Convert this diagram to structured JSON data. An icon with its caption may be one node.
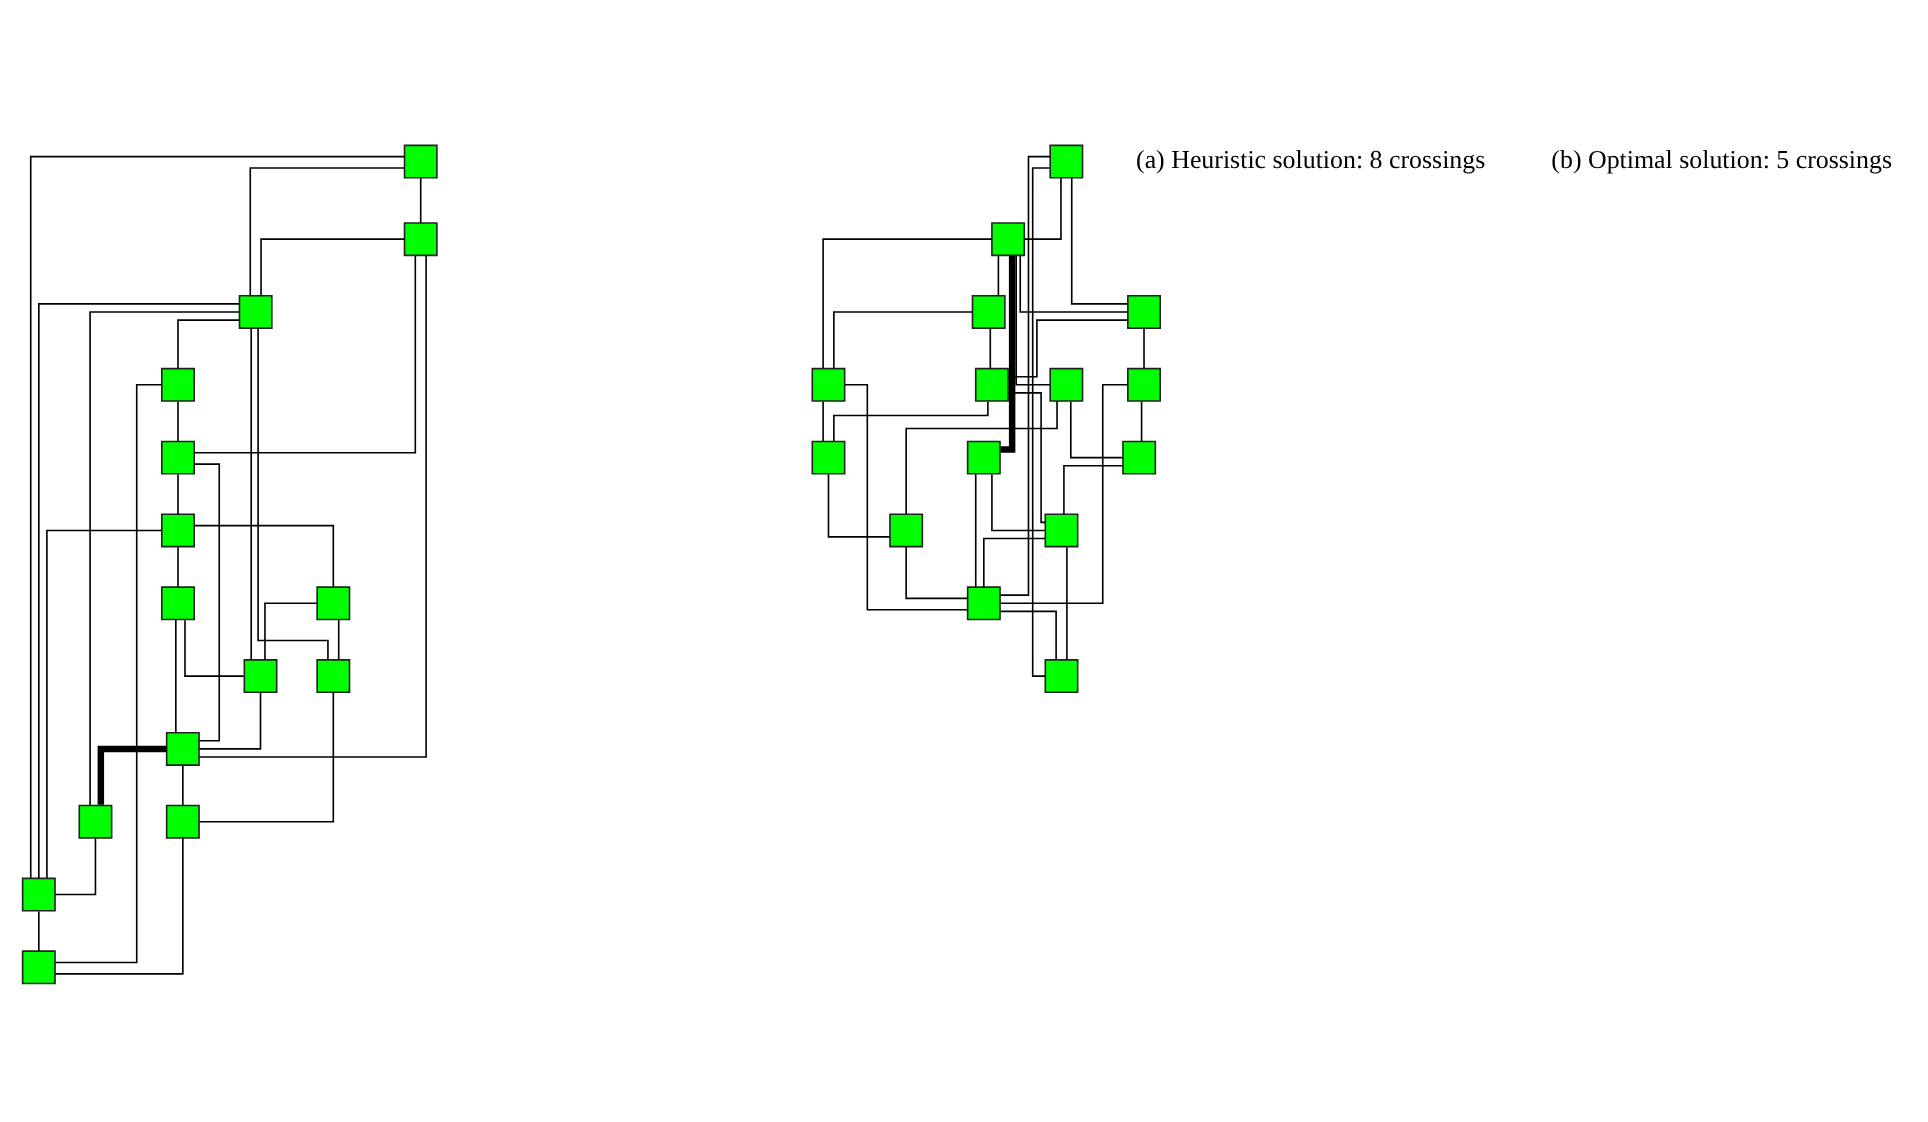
{
  "diagram": {
    "nodes": [
      {
        "text": [],
        "shape": "box"
      },
      {
        "text": [],
        "shape": "box"
      },
      {
        "text": [],
        "shape": "box"
      },
      {
        "text": [],
        "shape": "box"
      },
      {
        "text": [],
        "shape": "box"
      },
      {
        "text": [],
        "shape": "box"
      },
      {
        "text": [],
        "shape": "box"
      },
      {
        "text": [],
        "shape": "box"
      },
      {
        "text": [],
        "shape": "box"
      },
      {
        "text": [],
        "shape": "box"
      },
      {
        "text": [],
        "shape": "box"
      },
      {
        "text": [],
        "shape": "box"
      },
      {
        "text": [],
        "shape": "box"
      },
      {
        "text": [],
        "shape": "box"
      },
      {
        "text": [],
        "shape": "box"
      },
      {
        "text": [],
        "shape": "box"
      },
      {
        "text": [],
        "shape": "box"
      },
      {
        "text": [],
        "shape": "box"
      },
      {
        "text": [],
        "shape": "box"
      },
      {
        "text": [],
        "shape": "box"
      },
      {
        "text": [],
        "shape": "box"
      },
      {
        "text": [],
        "shape": "box"
      },
      {
        "text": [],
        "shape": "box"
      },
      {
        "text": [],
        "shape": "box"
      },
      {
        "text": [],
        "shape": "box"
      },
      {
        "text": [],
        "shape": "box"
      },
      {
        "text": [],
        "shape": "box"
      },
      {
        "text": [],
        "shape": "box"
      },
      {
        "text": [],
        "shape": "box"
      },
      {
        "text": [],
        "shape": "box"
      }
    ],
    "edges": [
      {
        "from": 0,
        "to": 1,
        "arrow": "none"
      },
      {
        "from": 0,
        "to": 2,
        "arrow": "none"
      },
      {
        "from": 0,
        "to": 13,
        "arrow": "none"
      },
      {
        "from": 1,
        "to": 10,
        "arrow": "none"
      },
      {
        "from": 1,
        "to": 2,
        "arrow": "none"
      },
      {
        "from": 1,
        "to": 4,
        "arrow": "none"
      },
      {
        "from": 2,
        "to": 3,
        "arrow": "none"
      },
      {
        "from": 2,
        "to": 13,
        "arrow": "none"
      },
      {
        "from": 2,
        "to": 11,
        "arrow": "none"
      },
      {
        "from": 2,
        "to": 7,
        "arrow": "none"
      },
      {
        "from": 2,
        "to": 9,
        "arrow": "none"
      },
      {
        "from": 3,
        "to": 4,
        "arrow": "none"
      },
      {
        "from": 3,
        "to": 14,
        "arrow": "none"
      },
      {
        "from": 4,
        "to": 5,
        "arrow": "none"
      },
      {
        "from": 4,
        "to": 10,
        "arrow": "none"
      },
      {
        "from": 5,
        "to": 13,
        "arrow": "none"
      },
      {
        "from": 5,
        "to": 6,
        "arrow": "none"
      },
      {
        "from": 6,
        "to": 7,
        "arrow": "none"
      },
      {
        "from": 5,
        "to": 8,
        "arrow": "none"
      },
      {
        "from": 6,
        "to": 9,
        "arrow": "none"
      },
      {
        "from": 8,
        "to": 9,
        "arrow": "none"
      },
      {
        "from": 8,
        "to": 10,
        "arrow": "none"
      },
      {
        "from": 9,
        "to": 10,
        "arrow": "none"
      },
      {
        "from": 7,
        "to": 12,
        "arrow": "none"
      },
      {
        "from": 10,
        "to": 11,
        "arrow": "none",
        "style": "thick"
      },
      {
        "from": 10,
        "to": 12,
        "arrow": "none"
      },
      {
        "from": 11,
        "to": 13,
        "arrow": "none"
      },
      {
        "from": 12,
        "to": 14,
        "arrow": "none"
      },
      {
        "from": 13,
        "to": 14,
        "arrow": "none"
      },
      {
        "from": 15,
        "to": 29,
        "arrow": "none"
      },
      {
        "from": 15,
        "to": 20,
        "arrow": "none"
      },
      {
        "from": 15,
        "to": 28,
        "arrow": "none"
      },
      {
        "from": 15,
        "to": 16,
        "arrow": "none"
      },
      {
        "from": 16,
        "to": 20,
        "arrow": "none"
      },
      {
        "from": 16,
        "to": 23,
        "arrow": "none"
      },
      {
        "from": 16,
        "to": 18,
        "arrow": "none"
      },
      {
        "from": 16,
        "to": 17,
        "arrow": "none",
        "style": "thick"
      },
      {
        "from": 16,
        "to": 19,
        "arrow": "none"
      },
      {
        "from": 17,
        "to": 28,
        "arrow": "none"
      },
      {
        "from": 17,
        "to": 27,
        "arrow": "none"
      },
      {
        "from": 18,
        "to": 19,
        "arrow": "none"
      },
      {
        "from": 18,
        "to": 21,
        "arrow": "none"
      },
      {
        "from": 19,
        "to": 28,
        "arrow": "none"
      },
      {
        "from": 20,
        "to": 21,
        "arrow": "none"
      },
      {
        "from": 21,
        "to": 22,
        "arrow": "none"
      },
      {
        "from": 19,
        "to": 22,
        "arrow": "none"
      },
      {
        "from": 20,
        "to": 25,
        "arrow": "none"
      },
      {
        "from": 21,
        "to": 27,
        "arrow": "none"
      },
      {
        "from": 22,
        "to": 24,
        "arrow": "none"
      },
      {
        "from": 23,
        "to": 24,
        "arrow": "none"
      },
      {
        "from": 23,
        "to": 26,
        "arrow": "none"
      },
      {
        "from": 24,
        "to": 28,
        "arrow": "none"
      },
      {
        "from": 25,
        "to": 26,
        "arrow": "none"
      },
      {
        "from": 26,
        "to": 27,
        "arrow": "none"
      },
      {
        "from": 25,
        "to": 28,
        "arrow": "none"
      },
      {
        "from": 27,
        "to": 28,
        "arrow": "none"
      },
      {
        "from": 28,
        "to": 29,
        "arrow": "none"
      },
      {
        "from": 27,
        "to": 29,
        "arrow": "none"
      }
    ],
    "labels": [
      "(a) Heuristic solution: 8 crossings",
      "(b) Optimal solution: 5 crossings"
    ]
  }
}
